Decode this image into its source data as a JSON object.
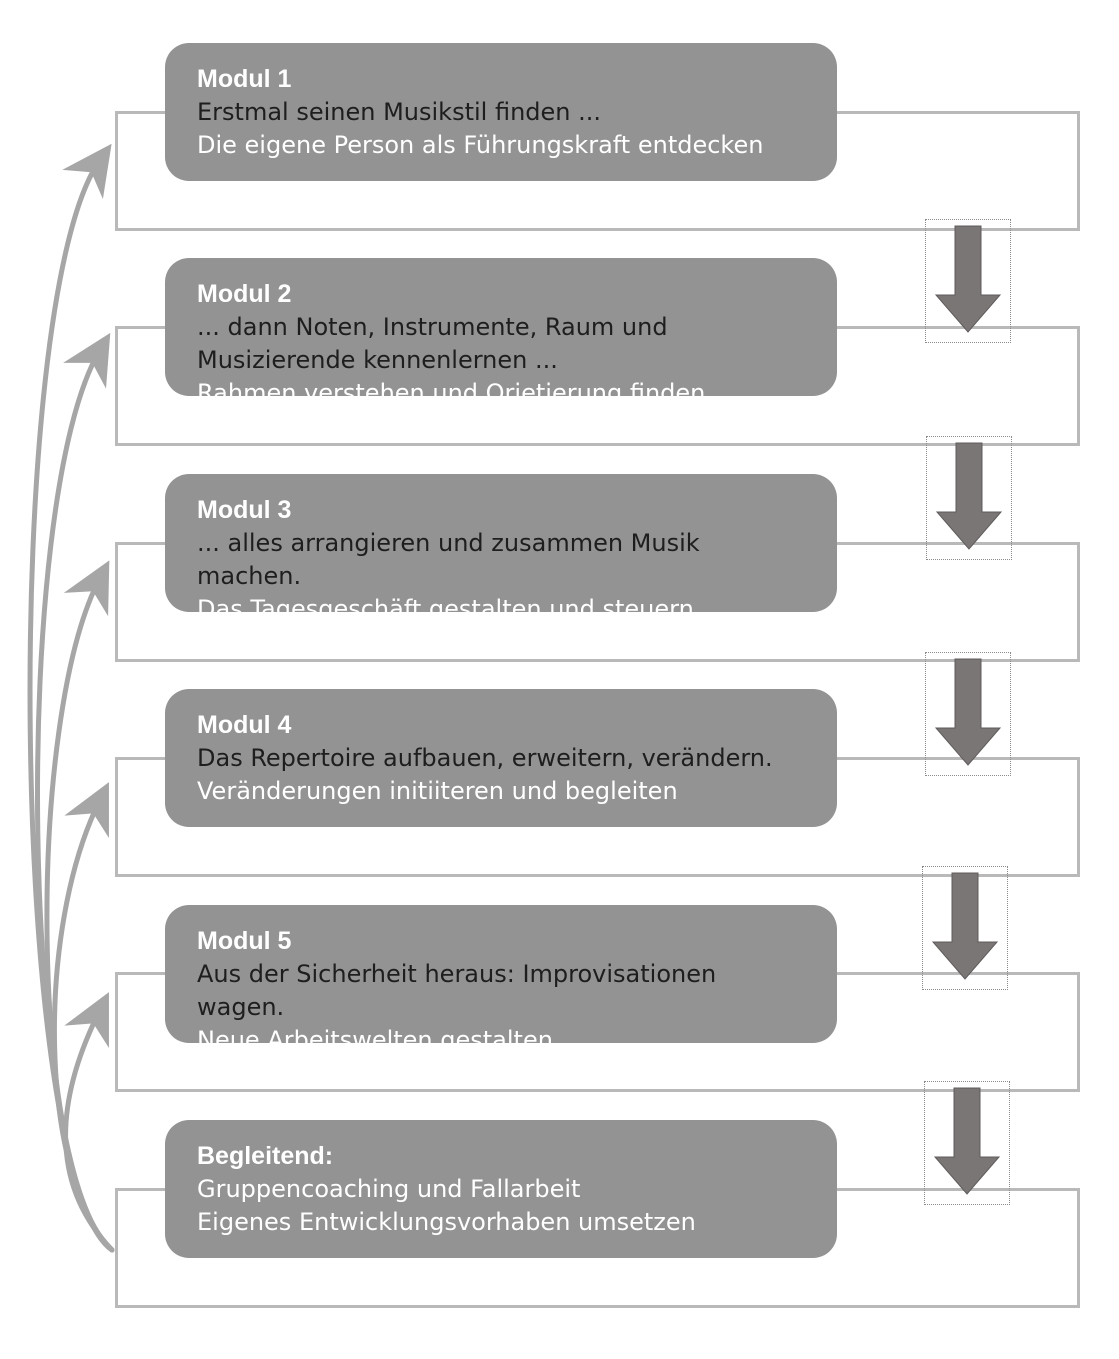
{
  "colors": {
    "card": "#939393",
    "frame": "#b9b9b9",
    "down_arrow": "#7b7676",
    "curve": "#a6a6a6"
  },
  "modules": [
    {
      "title": "Modul 1",
      "lines": [
        {
          "text": "Erstmal seinen Musikstil finden ...",
          "tone": "dark"
        },
        {
          "text": "Die eigene Person als Führungskraft entdecken",
          "tone": "light"
        }
      ]
    },
    {
      "title": "Modul 2",
      "lines": [
        {
          "text": "... dann Noten, Instrumente, Raum und",
          "tone": "dark"
        },
        {
          "text": "Musizierende kennenlernen ...",
          "tone": "dark"
        },
        {
          "text": "Rahmen verstehen und Orietierung finden",
          "tone": "light"
        }
      ]
    },
    {
      "title": "Modul 3",
      "lines": [
        {
          "text": "... alles arrangieren und zusammen Musik",
          "tone": "dark"
        },
        {
          "text": "machen.",
          "tone": "dark"
        },
        {
          "text": "Das Tagesgeschäft gestalten und steuern",
          "tone": "light"
        }
      ]
    },
    {
      "title": "Modul 4",
      "lines": [
        {
          "text": "Das Repertoire aufbauen, erweitern, verändern.",
          "tone": "dark"
        },
        {
          "text": "Veränderungen initiiteren und begleiten",
          "tone": "light"
        }
      ]
    },
    {
      "title": "Modul 5",
      "lines": [
        {
          "text": "Aus der Sicherheit heraus: Improvisationen",
          "tone": "dark"
        },
        {
          "text": "wagen.",
          "tone": "dark"
        },
        {
          "text": "Neue Arbeitswelten gestalten",
          "tone": "light"
        }
      ]
    },
    {
      "title": "Begleitend:",
      "lines": [
        {
          "text": "Gruppencoaching und Fallarbeit",
          "tone": "light"
        },
        {
          "text": "Eigenes Entwicklungsvorhaben umsetzen",
          "tone": "light"
        }
      ]
    }
  ]
}
